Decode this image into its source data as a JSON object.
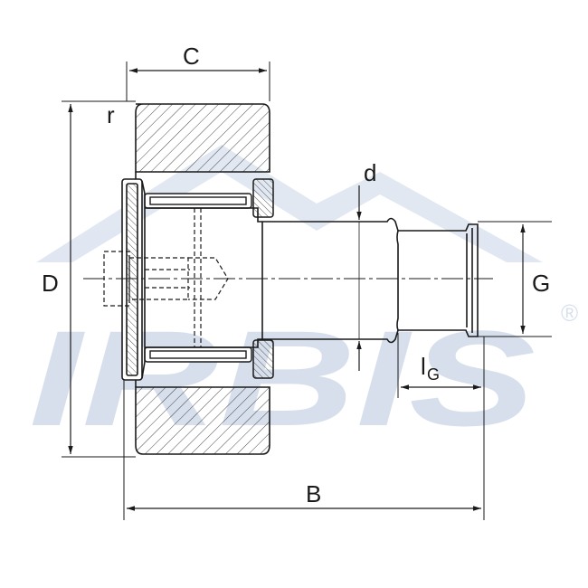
{
  "drawing": {
    "labels": {
      "c": "C",
      "r": "r",
      "d_small": "d",
      "d_big": "D",
      "g": "G",
      "lg_main": "l",
      "lg_sub": "G",
      "b": "B"
    },
    "watermark": {
      "text": "IRBIS",
      "registered": "®",
      "color": "#8fa6c8"
    },
    "colors": {
      "line": "#1a1a1a",
      "background": "#ffffff"
    }
  }
}
